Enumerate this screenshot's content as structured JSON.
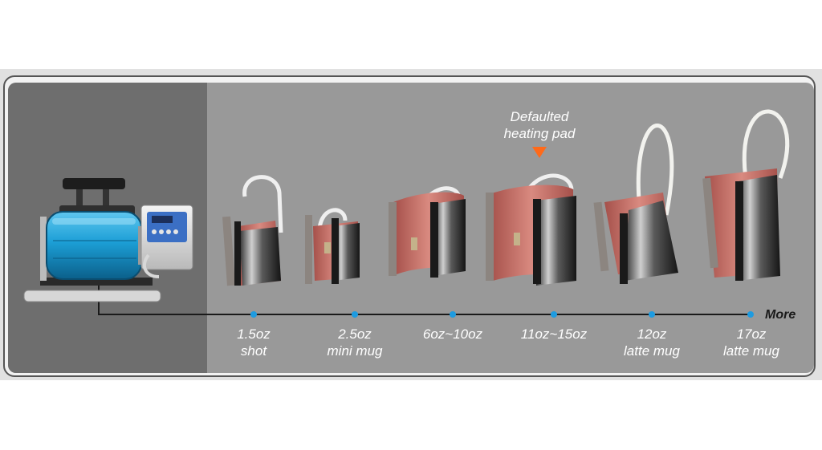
{
  "callout": {
    "line1": "Defaulted",
    "line2": "heating pad"
  },
  "more_label": "More",
  "sizes": [
    {
      "line1": "1.5oz",
      "line2": "shot"
    },
    {
      "line1": "2.5oz",
      "line2": "mini mug"
    },
    {
      "line1": "6oz~10oz",
      "line2": ""
    },
    {
      "line1": "11oz~15oz",
      "line2": ""
    },
    {
      "line1": "12oz",
      "line2": "latte mug"
    },
    {
      "line1": "17oz",
      "line2": "latte mug"
    }
  ],
  "colors": {
    "timeline_dot": "#1e9be0",
    "arrow": "#ff6a1a",
    "press_body": "#1c9fd6",
    "pad": "#c9706a"
  }
}
